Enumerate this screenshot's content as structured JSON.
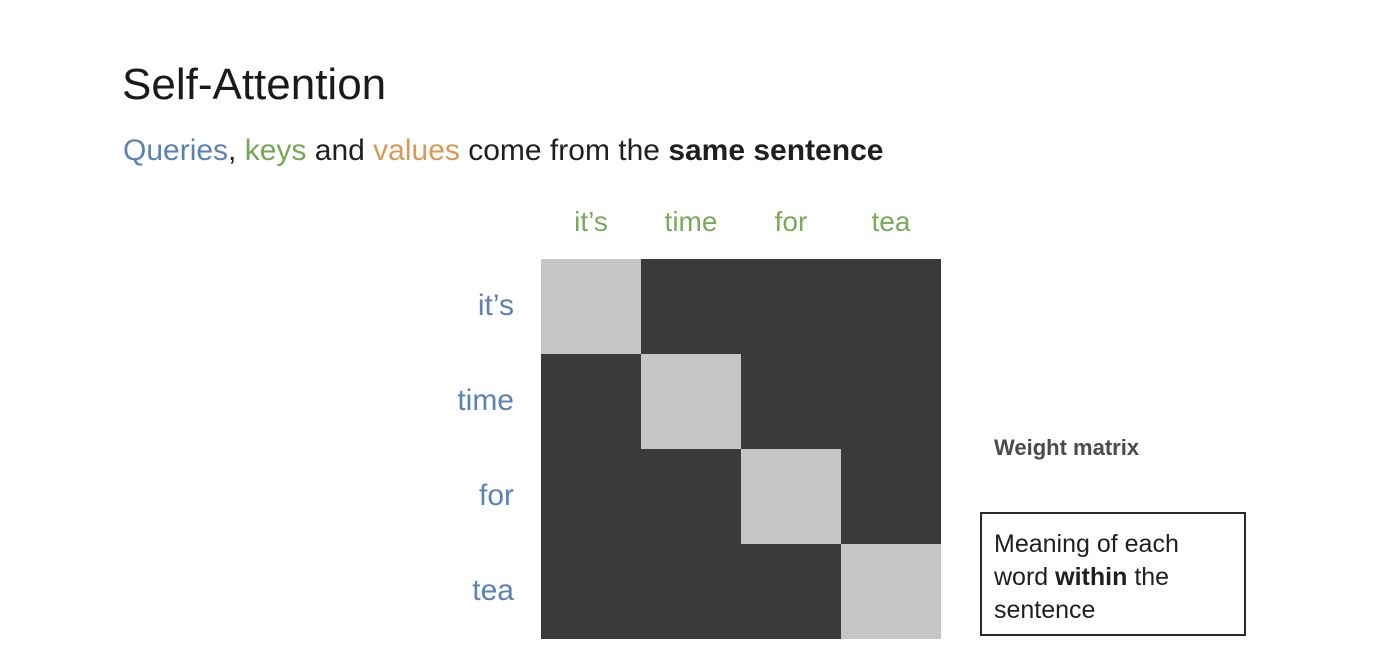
{
  "title": "Self-Attention",
  "subtitle": {
    "queries": "Queries",
    "comma": ",",
    "keys": "keys",
    "and": "and",
    "values": "values",
    "rest": "come from the",
    "emphasis": "same sentence"
  },
  "matrix": {
    "columns": [
      "it’s",
      "time",
      "for",
      "tea"
    ],
    "rows": [
      "it’s",
      "time",
      "for",
      "tea"
    ],
    "highlight": [
      [
        1,
        0,
        0,
        0
      ],
      [
        0,
        1,
        0,
        0
      ],
      [
        0,
        0,
        1,
        0
      ],
      [
        0,
        0,
        0,
        1
      ]
    ]
  },
  "weight_label": "Weight matrix",
  "note": {
    "part1": "Meaning of each word",
    "bold": "within",
    "part2": "the sentence"
  },
  "colors": {
    "queries": "#5a82b3",
    "keys": "#76a656",
    "values": "#d59a54",
    "cell_dark": "#3a3a3a",
    "cell_light": "#c6c6c6"
  }
}
